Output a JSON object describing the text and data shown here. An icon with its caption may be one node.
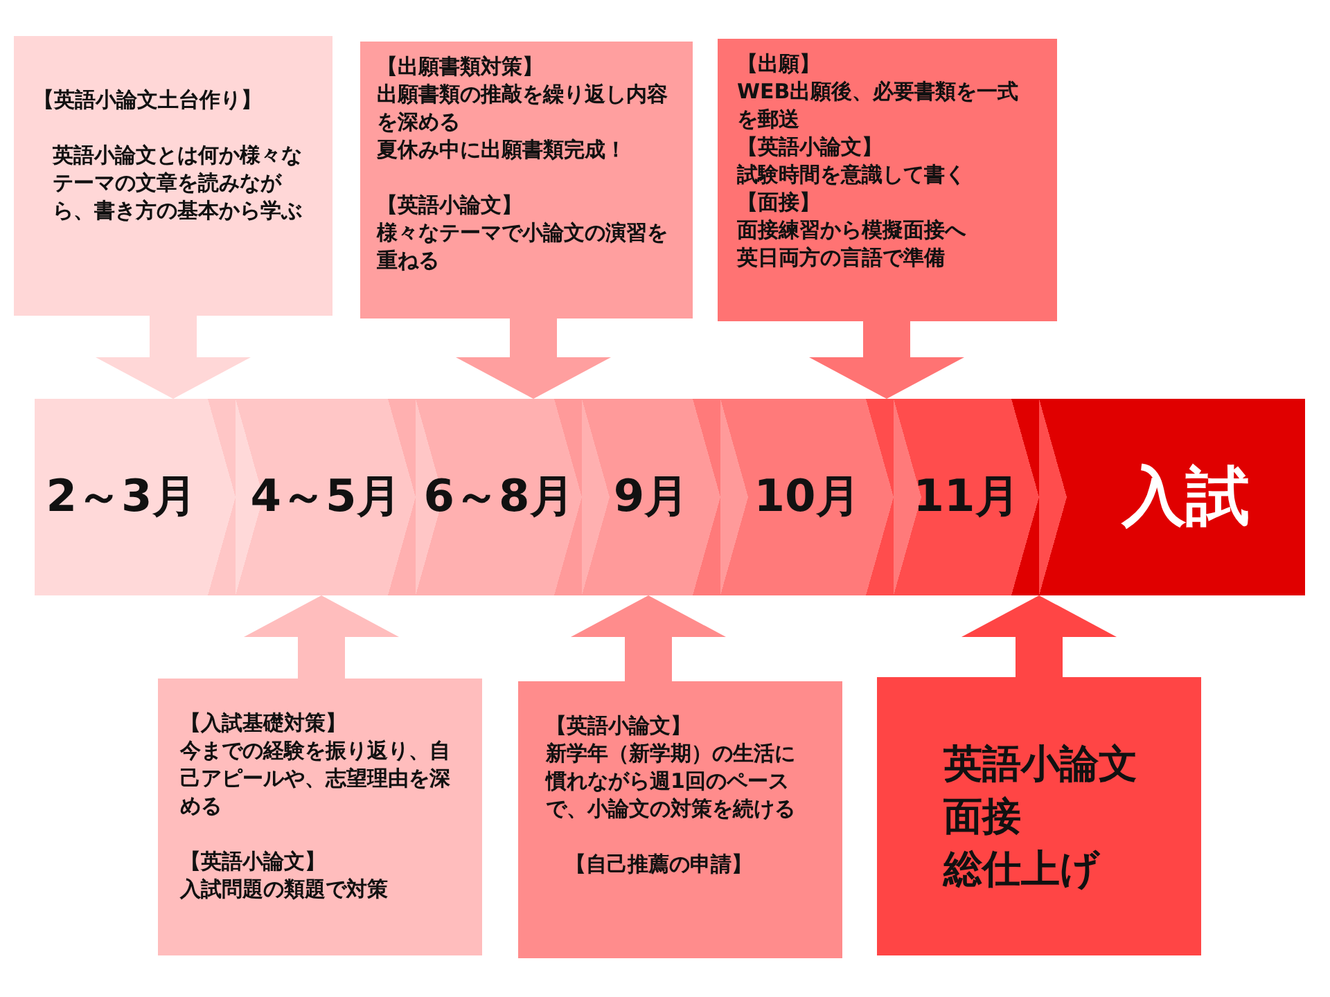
{
  "diagram": {
    "nodes": [
      {
        "text": [
          "【英語小論文土台作り】",
          "英語小論文とは何か様々なテーマの文章を読みながら、書き方の基本から学ぶ"
        ]
      },
      {
        "text": [
          "【出願書類対策】",
          "出願書類の推敲を繰り返し内容を深める",
          "夏休み中に出願書類完成！",
          "【英語小論文】",
          "様々なテーマで小論文の演習を重ねる"
        ]
      },
      {
        "text": [
          "【出願】",
          "WEB出願後、必要書類を一式を郵送",
          "【英語小論文】",
          "試験時間を意識して書く",
          "【面接】",
          "面接練習から模擬面接へ",
          "英日両方の言語で準備"
        ]
      },
      {
        "text": [
          "2～3月"
        ]
      },
      {
        "text": [
          "4～5月"
        ]
      },
      {
        "text": [
          "6～8月"
        ]
      },
      {
        "text": [
          "9月"
        ]
      },
      {
        "text": [
          "10月"
        ]
      },
      {
        "text": [
          "11月"
        ]
      },
      {
        "text": [
          "入試"
        ]
      },
      {
        "text": [
          "【入試基礎対策】",
          "今までの経験を振り返り、自己アピールや、志望理由を深める",
          "【英語小論文】",
          "入試問題の類題で対策"
        ]
      },
      {
        "text": [
          "【英語小論文】",
          "新学年（新学期）の生活に慣れながら週1回のペースで、小論文の対策を続ける",
          "【自己推薦の申請】"
        ]
      },
      {
        "text": [
          "英語小論文",
          "面接",
          "総仕上げ"
        ]
      }
    ],
    "edges": [
      {
        "from": 0,
        "to": 3,
        "arrow": "to",
        "color": "#ffd7d7"
      },
      {
        "from": 1,
        "to": 5,
        "arrow": "to",
        "color": "#ff9f9f"
      },
      {
        "from": 2,
        "to": 7,
        "arrow": "to",
        "color": "#ff7373"
      },
      {
        "from": 10,
        "to": 4,
        "arrow": "to",
        "color": "#ffbdbd"
      },
      {
        "from": 11,
        "to": 6,
        "arrow": "to",
        "color": "#ff8c8c"
      },
      {
        "from": 12,
        "to": 8,
        "arrow": "to",
        "color": "#ff4545"
      }
    ]
  }
}
